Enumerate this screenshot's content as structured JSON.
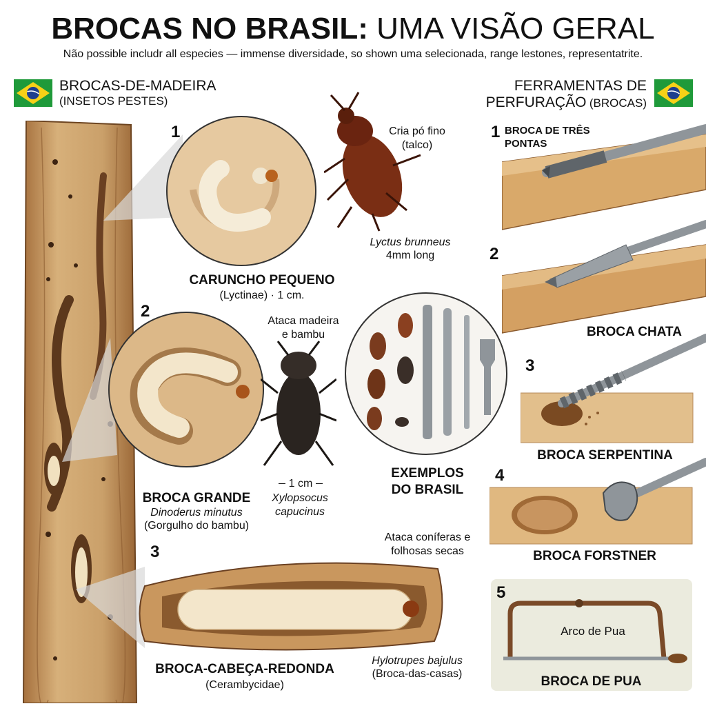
{
  "header": {
    "title_bold": "BROCAS NO BRASIL:",
    "title_light": "UMA VISÃO GERAL",
    "subtitle": "Não possible includr all especies — immense diversidade, so shown uma selecionada, range lestones, representatrite."
  },
  "left_section": {
    "flag": "brazil-flag-icon",
    "heading": "BROCAS-DE-MADEIRA",
    "subheading": "(INSETOS PESTES)",
    "items": [
      {
        "number": "1",
        "name": "CARUNCHO PEQUENO",
        "detail": "(Lyctinae) · 1 cm.",
        "note": "Cria pó fino\n(talco)",
        "species": "Lyctus brunneus",
        "size": "4mm long"
      },
      {
        "number": "2",
        "name": "BROCA GRANDE",
        "species_a": "Dinoderus minutus",
        "common_a": "(Gorgulho do bambu)",
        "note": "Ataca madeira\ne bambu",
        "scale": "1 cm",
        "species_b": "Xylopsocus\ncapucinus"
      },
      {
        "number": "3",
        "name": "BROCA-CABEÇA-REDONDA",
        "detail": "(Cerambycidae)",
        "note": "Ataca coníferas e\nfolhosas secas",
        "species": "Hylotrupes bajulus",
        "common": "(Broca-das-casas)"
      }
    ],
    "examples_label": "EXEMPLOS\nDO BRASIL"
  },
  "right_section": {
    "flag": "brazil-flag-icon",
    "heading_line1": "FERRAMENTAS DE",
    "heading_line2": "PERFURAÇÃO",
    "heading_sub": "(BROCAS)",
    "tools": [
      {
        "number": "1",
        "name": "BROCA DE TRÊS\nPONTAS"
      },
      {
        "number": "2",
        "name": "BROCA CHATA"
      },
      {
        "number": "3",
        "name": "BROCA SERPENTINA"
      },
      {
        "number": "4",
        "name": "BROCA FORSTNER"
      },
      {
        "number": "5",
        "name": "BROCA DE PUA",
        "inner": "Arco de Pua"
      }
    ]
  },
  "colors": {
    "wood_light": "#e8cfa3",
    "wood_mid": "#c89a62",
    "wood_dark": "#8a5a2e",
    "larva": "#f5ecd8",
    "beetle_red": "#7a2e14",
    "beetle_dark": "#2a2420",
    "steel": "#8f959a",
    "flag_green": "#1f9a3a",
    "flag_yellow": "#f7d117",
    "flag_blue": "#1d3f8f"
  }
}
